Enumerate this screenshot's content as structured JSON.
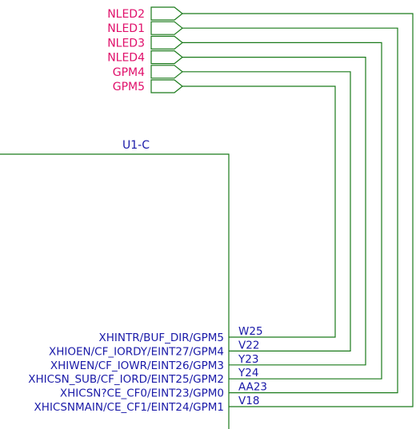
{
  "component": {
    "designator": "U1-C"
  },
  "net_ports": [
    {
      "label": "NLED2",
      "target_pad": 5
    },
    {
      "label": "NLED1",
      "target_pad": 4
    },
    {
      "label": "NLED3",
      "target_pad": 3
    },
    {
      "label": "NLED4",
      "target_pad": 2
    },
    {
      "label": "GPM4",
      "target_pad": 1
    },
    {
      "label": "GPM5",
      "target_pad": 0
    }
  ],
  "pins": [
    {
      "name": "XHINTR/BUF_DIR/GPM5",
      "pad": "W25"
    },
    {
      "name": "XHIOEN/CF_IORDY/EINT27/GPM4",
      "pad": "V22"
    },
    {
      "name": "XHIWEN/CF_IOWR/EINT26/GPM3",
      "pad": "Y23"
    },
    {
      "name": "XHICSN_SUB/CF_IORD/EINT25/GPM2",
      "pad": "Y24"
    },
    {
      "name": "XHICSN?CE_CF0/EINT23/GPM0",
      "pad": "AA23"
    },
    {
      "name": "XHICSNMAIN/CE_CF1/EINT24/GPM1",
      "pad": "V18"
    }
  ],
  "colors": {
    "net_label": "#e0106b",
    "pin_text": "#1a1aa8",
    "wire": "#1a7a1a"
  }
}
